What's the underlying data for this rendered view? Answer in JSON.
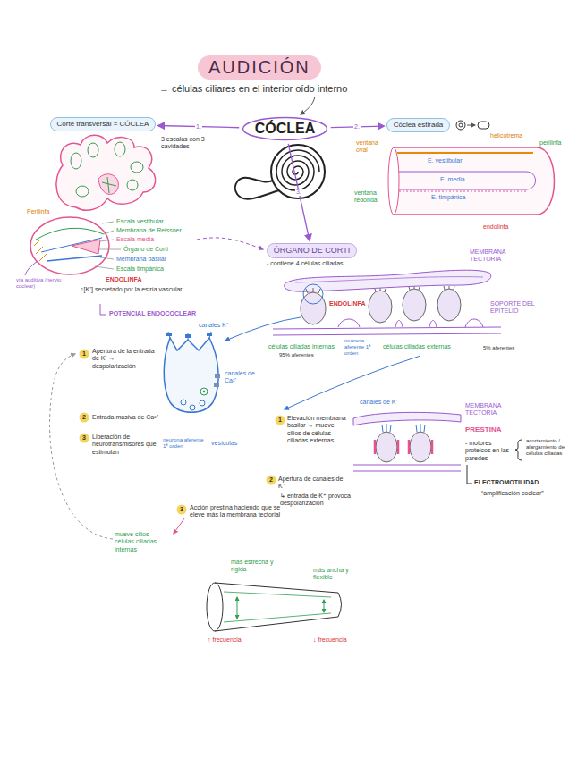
{
  "diagram": {
    "title": "AUDICIÓN",
    "nodes": [
      {
        "text": [
          "Corte transversal = CÓCLEA"
        ]
      },
      {
        "text": [
          "CÓCLEA"
        ]
      },
      {
        "text": [
          "Cóclea estirada"
        ]
      },
      {
        "text": [
          "ÓRGANO DE CORTI"
        ]
      }
    ],
    "edges": [
      {
        "from": 1,
        "to": 0,
        "label": "1.",
        "arrow": "to"
      },
      {
        "from": 1,
        "to": 2,
        "label": "2.",
        "arrow": "to"
      },
      {
        "from": 1,
        "to": 3,
        "label": "3.",
        "arrow": "to"
      }
    ],
    "labels": [
      "→ células ciliares en el interior oído interno",
      "3 escalas con 3 cavidades",
      "ventana oval",
      "ventana redonda",
      "E. vestibular",
      "E. media",
      "E. timpánica",
      "helicotrema",
      "perilinfa",
      "endolinfa",
      "Perilinfa",
      "Escala vestibular",
      "Membrana de Reissner",
      "Escala media",
      "Órgano de Corti",
      "Membrana basilar",
      "Escala timpánica",
      "ENDOLINFA",
      "↑[K⁺] secretado por la estría vascular",
      "POTENCIAL ENDOCOCLEAR",
      "vía auditiva (nervio coclear)",
      "MEMBRANA TECTORIA",
      "ENDOLINFA",
      "SOPORTE DEL EPITELIO",
      "células ciliadas internas",
      "células ciliadas externas",
      "neurona aferente 1ª orden",
      "95% aferentes",
      "5% aferentes",
      "canales K⁺",
      "1",
      "Apertura de la entrada de K⁺ → despolarización",
      "canales de Ca²⁺",
      "2",
      "Entrada masiva de Ca²⁺",
      "3",
      "Liberación de neurotransmisores que estimulan",
      "neurona aferente 1ª orden",
      "vesículas",
      "canales de K⁺",
      "MEMBRANA TECTORIA",
      "1",
      "Elevación membrana basilar → mueve cilios de células ciliadas externas",
      "PRESTINA",
      "- motores proteicos en las paredes",
      "acortamiento / alargamiento de células ciliadas",
      "2",
      "Apertura de canales de K⁺",
      "↳ entrada de K⁺ provoca despolarización",
      "ELECTROMOTILIDAD",
      "“amplificación coclear”",
      "3",
      "Acción prestina haciendo que se eleve más la membrana tectorial",
      "mueve cilios células ciliadas internas",
      "más estrecha y rígida",
      "más ancha y flexible",
      "↑ frecuencia",
      "↓ frecuencia",
      "- contiene 4 células ciliadas"
    ]
  }
}
